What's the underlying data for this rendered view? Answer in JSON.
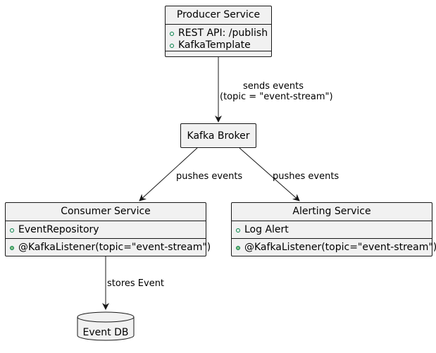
{
  "producer": {
    "title": "Producer Service",
    "members": [
      "REST API: /publish",
      "KafkaTemplate"
    ]
  },
  "broker": {
    "title": "Kafka Broker"
  },
  "consumer": {
    "title": "Consumer Service",
    "fields": [
      "EventRepository"
    ],
    "methods": [
      "@KafkaListener(topic=\"event-stream\")"
    ]
  },
  "alerting": {
    "title": "Alerting Service",
    "fields": [
      "Log Alert"
    ],
    "methods": [
      "@KafkaListener(topic=\"event-stream\")"
    ]
  },
  "database": {
    "label": "Event DB"
  },
  "edges": {
    "sends_line1": "sends events",
    "sends_line2": "(topic = \"event-stream\")",
    "push_consumer": "pushes events",
    "push_alerting": "pushes events",
    "stores": "stores Event"
  }
}
